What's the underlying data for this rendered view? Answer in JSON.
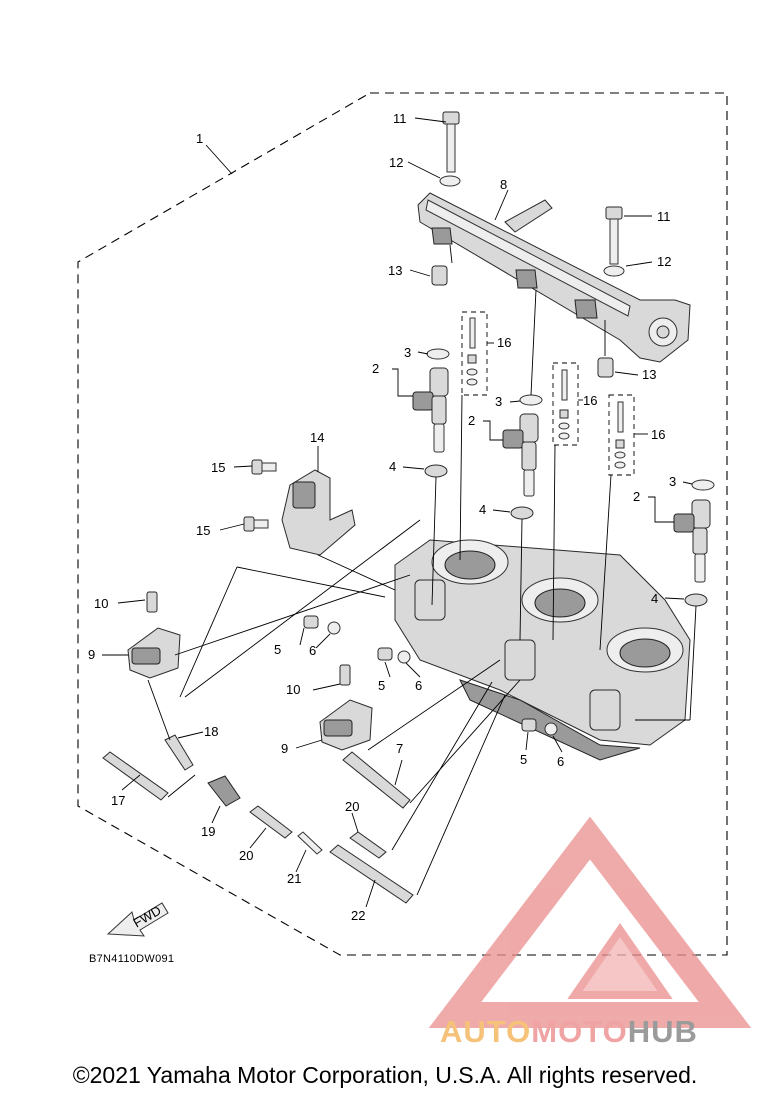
{
  "diagram": {
    "callouts": {
      "c1": "1",
      "c2a": "2",
      "c2b": "2",
      "c2c": "2",
      "c3a": "3",
      "c3b": "3",
      "c3c": "3",
      "c4a": "4",
      "c4b": "4",
      "c4c": "4",
      "c5a": "5",
      "c5b": "5",
      "c5c": "5",
      "c6a": "6",
      "c6b": "6",
      "c6c": "6",
      "c7": "7",
      "c8": "8",
      "c9a": "9",
      "c9b": "9",
      "c10a": "10",
      "c10b": "10",
      "c11a": "11",
      "c11b": "11",
      "c12a": "12",
      "c12b": "12",
      "c13a": "13",
      "c13b": "13",
      "c14": "14",
      "c15a": "15",
      "c15b": "15",
      "c16a": "16",
      "c16b": "16",
      "c16c": "16",
      "c17": "17",
      "c18": "18",
      "c19": "19",
      "c20a": "20",
      "c20b": "20",
      "c21": "21",
      "c22": "22"
    },
    "fwd_label": "FWD",
    "diagram_code": "B7N4110DW091"
  },
  "watermark": {
    "part_auto": "AUTO",
    "part_moto": "MOTO",
    "part_hub": "HUB",
    "colors": {
      "auto": "#f6c27a",
      "moto": "#f0a3a3",
      "hub": "#9b9b9b",
      "logo": "#e8797a"
    }
  },
  "footer": {
    "copyright": "©2021 Yamaha Motor Corporation, U.S.A. All rights reserved."
  }
}
